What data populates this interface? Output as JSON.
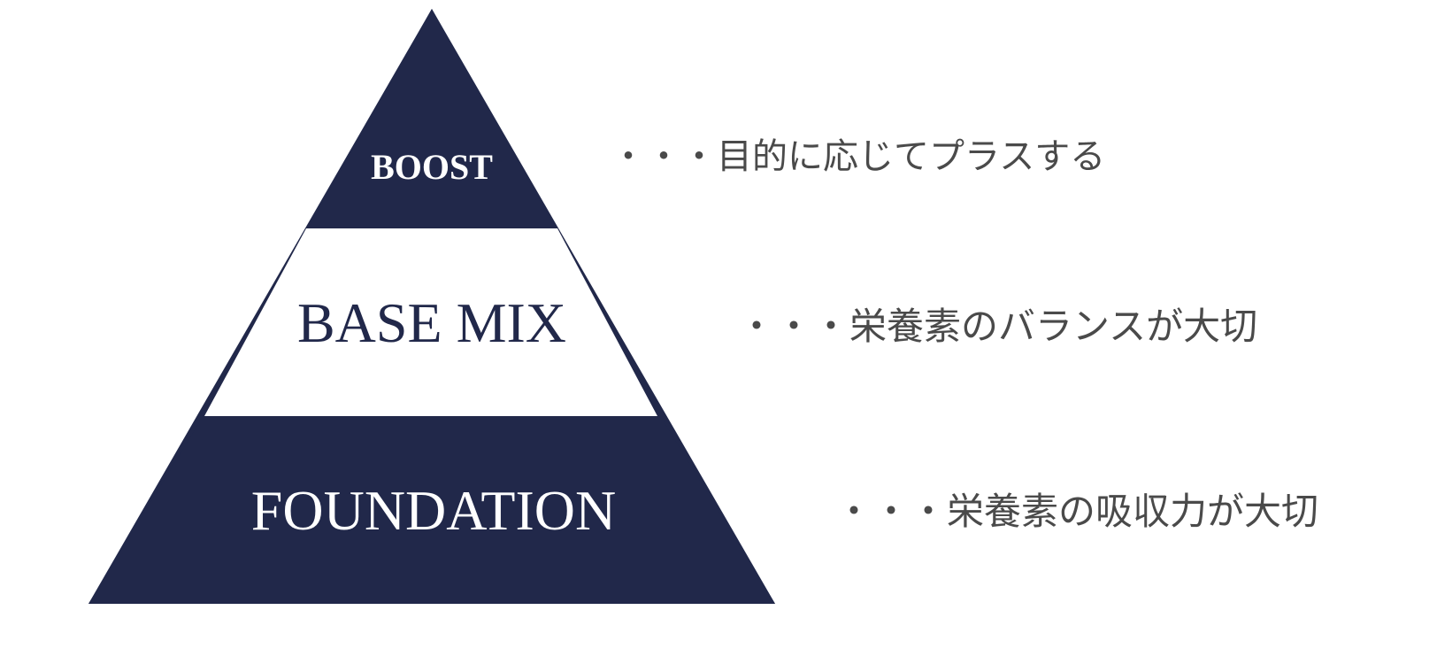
{
  "colors": {
    "navy": "#21284a",
    "white": "#ffffff",
    "text_gray": "#4a4a4a"
  },
  "tiers": [
    {
      "id": "boost",
      "label": "BOOST",
      "description": "・・・目的に応じてプラスする",
      "fill": "#21284a",
      "text_color": "#ffffff"
    },
    {
      "id": "base-mix",
      "label": "BASE MIX",
      "description": "・・・栄養素のバランスが大切",
      "fill": "#ffffff",
      "text_color": "#21284a"
    },
    {
      "id": "foundation",
      "label": "FOUNDATION",
      "description": "・・・栄養素の吸収力が大切",
      "fill": "#21284a",
      "text_color": "#ffffff"
    }
  ]
}
